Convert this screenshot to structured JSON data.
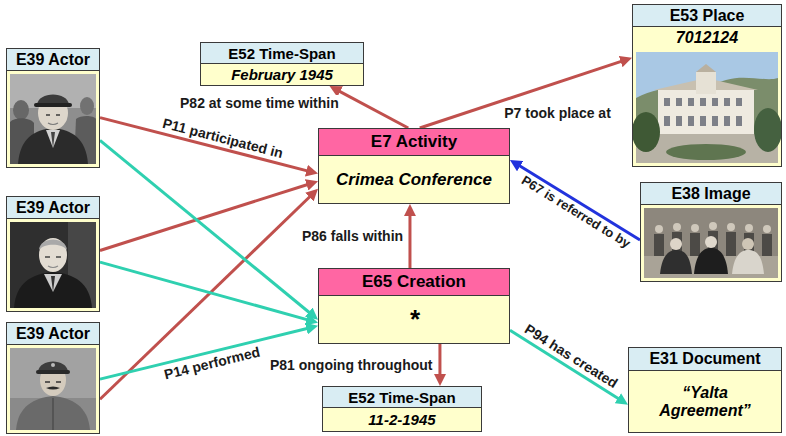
{
  "diagram": {
    "nodes": [
      {
        "text": [
          "E39 Actor"
        ]
      },
      {
        "text": [
          "E52 Time-Span",
          "February 1945"
        ]
      },
      {
        "text": [
          "E53 Place",
          "7012124"
        ]
      },
      {
        "text": [
          "E7 Activity",
          "Crimea Conference"
        ]
      },
      {
        "text": [
          "E39 Actor"
        ]
      },
      {
        "text": [
          "E38 Image"
        ]
      },
      {
        "text": [
          "E65 Creation",
          "*"
        ]
      },
      {
        "text": [
          "E39 Actor"
        ]
      },
      {
        "text": [
          "E31 Document",
          "“Yalta Agreement”"
        ]
      },
      {
        "text": [
          "E52 Time-Span",
          "11-2-1945"
        ]
      }
    ],
    "edges": [
      {
        "from": 0,
        "to": 3,
        "arrow": "to",
        "label": "P11 participated in"
      },
      {
        "from": 4,
        "to": 3,
        "arrow": "to"
      },
      {
        "from": 7,
        "to": 3,
        "arrow": "to"
      },
      {
        "from": 0,
        "to": 6,
        "arrow": "to"
      },
      {
        "from": 4,
        "to": 6,
        "arrow": "to"
      },
      {
        "from": 7,
        "to": 6,
        "arrow": "to",
        "label": "P14 performed"
      },
      {
        "from": 3,
        "to": 1,
        "arrow": "to",
        "label": "P82 at some time within"
      },
      {
        "from": 3,
        "to": 2,
        "arrow": "to",
        "label": "P7 took place at"
      },
      {
        "from": 6,
        "to": 3,
        "arrow": "to",
        "label": "P86 falls within"
      },
      {
        "from": 5,
        "to": 3,
        "arrow": "to",
        "label": "P67 is referred to by"
      },
      {
        "from": 6,
        "to": 9,
        "arrow": "to",
        "label": "P81 ongoing throughout"
      },
      {
        "from": 6,
        "to": 8,
        "arrow": "to",
        "label": "P94 has created"
      }
    ]
  }
}
